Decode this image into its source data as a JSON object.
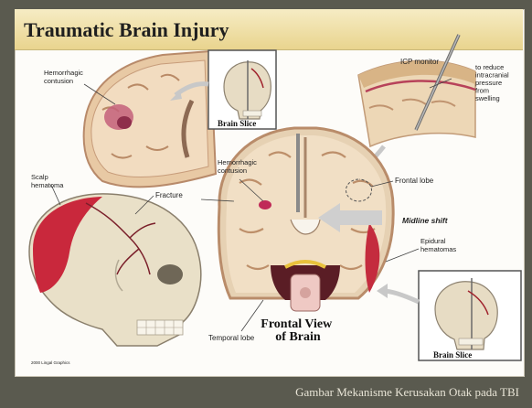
{
  "title": "Traumatic Brain Injury",
  "caption": "Gambar Mekanisme Kerusakan Otak pada TBI",
  "labels": {
    "hemorrhagic_contusion_left": [
      "Hemorrhagic",
      "contusion"
    ],
    "brain_slice_top": "Brain Slice",
    "icp_monitor": "ICP monitor",
    "reduce_pressure": [
      "to reduce",
      "intracranial",
      "pressure",
      "from",
      "swelling"
    ],
    "scalp_hematoma": [
      "Scalp",
      "hematoma"
    ],
    "fracture": "Fracture",
    "hemorrhagic_contusion_center": [
      "Hemorrhagic",
      "contusion"
    ],
    "frontal_lobe": "Frontal lobe",
    "midline_shift": "Midline shift",
    "epidural_hematomas": [
      "Epidural",
      "hematomas"
    ],
    "frontal_view": [
      "Frontal View",
      "of Brain"
    ],
    "temporal_lobe": "Temporal lobe",
    "brain_slice_bottom": "Brain Slice",
    "copyright": "2000 Lingal Graphics"
  }
}
